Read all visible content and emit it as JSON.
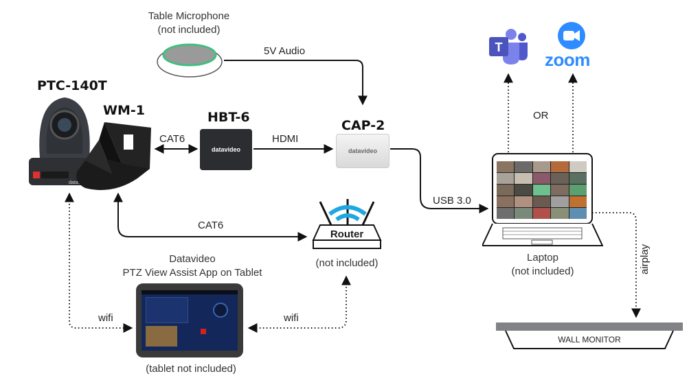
{
  "devices": {
    "camera": {
      "label": "PTC-140T"
    },
    "mount": {
      "label": "WM-1"
    },
    "extender": {
      "label": "HBT-6",
      "brand": "datavideo"
    },
    "capture": {
      "label": "CAP-2",
      "brand": "datavideo"
    },
    "microphone": {
      "label": "Table Microphone",
      "note": "(not included)"
    },
    "router": {
      "label": "Router",
      "note": "(not included)"
    },
    "laptop": {
      "label": "Laptop",
      "note": "(not included)"
    },
    "tablet": {
      "title_line1": "Datavideo",
      "title_line2": "PTZ View Assist App on Tablet",
      "note": "(tablet not included)"
    },
    "monitor": {
      "label": "WALL MONITOR"
    },
    "teams": {
      "label": "T",
      "icon": "microsoft-teams-logo"
    },
    "zoom": {
      "label": "zoom",
      "icon": "zoom-logo"
    }
  },
  "connections": {
    "mount_to_hbt": "CAT6",
    "hbt_to_cap": "HDMI",
    "mic_to_cap": "5V Audio",
    "cap_to_laptop": "USB 3.0",
    "mount_to_router": "CAT6",
    "camera_to_tablet": "wifi",
    "router_to_tablet": "wifi",
    "laptop_to_monitor": "airplay",
    "apps_choice": "OR"
  },
  "colors": {
    "teams": "#5b5fc7",
    "zoom": "#2d8cff",
    "wifi_blue": "#1ea7e1",
    "mic_ring": "#3fbf7f",
    "monitor_bar": "#808285"
  }
}
